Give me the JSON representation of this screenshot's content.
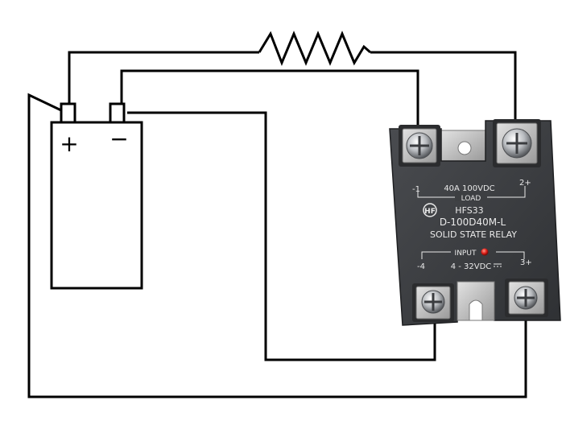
{
  "battery": {
    "plus_label": "+",
    "minus_label": "−"
  },
  "relay": {
    "load_rating": "40A  100VDC",
    "load_label": "LOAD",
    "term1_label": "-1",
    "term2_label": "2+",
    "brand_logo": "HF",
    "model": "HFS33",
    "part_number": "D-100D40M-L",
    "type_label": "SOLID STATE RELAY",
    "input_label": "INPUT",
    "input_rating": "4 - 32VDC",
    "term4_label": "-4",
    "term3_label": "3+"
  },
  "colors": {
    "wire": "#000000",
    "relay_body": "#3d3f42",
    "relay_text": "#e9e9e9",
    "led": "#e0201a"
  }
}
